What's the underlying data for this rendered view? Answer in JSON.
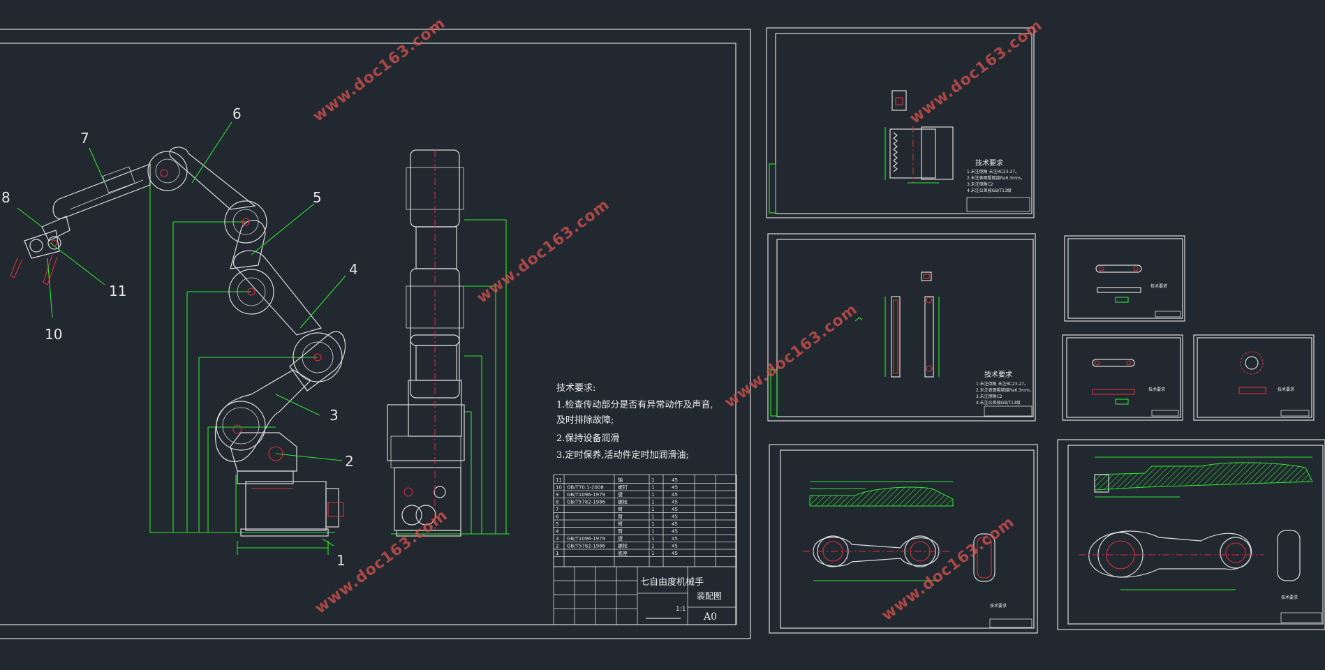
{
  "main_sheet": {
    "part_numbers": [
      "1",
      "2",
      "3",
      "4",
      "5",
      "6",
      "7",
      "8",
      "10",
      "11"
    ],
    "tech_req_title": "技术要求:",
    "tech_req_lines": [
      "1.检查传动部分是否有异常动作及声音,",
      "及时排除故障;",
      "2.保持设备润滑",
      "3.定时保养,活动件定时加润滑油;"
    ],
    "title_block": {
      "drawing_name": "七自由度机械手",
      "sheet_type": "装配图",
      "sheet_size": "A0",
      "scale": "1:1"
    },
    "bom_rows": [
      {
        "no": "11",
        "code": "",
        "name": "轴",
        "qty": "1",
        "mat": "45"
      },
      {
        "no": "10",
        "code": "GB/T70.1-2008",
        "name": "螺钉",
        "qty": "1",
        "mat": "45"
      },
      {
        "no": "9",
        "code": "GB/T1096-1979",
        "name": "键",
        "qty": "1",
        "mat": "45"
      },
      {
        "no": "8",
        "code": "GB/T5782-1986",
        "name": "螺栓",
        "qty": "1",
        "mat": "45"
      },
      {
        "no": "7",
        "code": "",
        "name": "臂",
        "qty": "1",
        "mat": "45"
      },
      {
        "no": "6",
        "code": "",
        "name": "臂",
        "qty": "1",
        "mat": "45"
      },
      {
        "no": "5",
        "code": "",
        "name": "臂",
        "qty": "1",
        "mat": "45"
      },
      {
        "no": "4",
        "code": "",
        "name": "臂",
        "qty": "1",
        "mat": "45"
      },
      {
        "no": "3",
        "code": "GB/T1096-1979",
        "name": "键",
        "qty": "1",
        "mat": "45"
      },
      {
        "no": "2",
        "code": "GB/T5782-1986",
        "name": "螺栓",
        "qty": "1",
        "mat": "45"
      },
      {
        "no": "1",
        "code": "",
        "name": "底座",
        "qty": "1",
        "mat": "45"
      }
    ]
  },
  "detail_sheets": {
    "tech_req_title": "技术要求",
    "tech_req_lines": [
      "1.未注倒角 未注RC23-27。",
      "2.未注表面粗糙度Ra6.3mm。",
      "3.未注倒角C2",
      "4.未注公差按GB/T13级"
    ]
  },
  "watermark": "www.doc163.com",
  "colors": {
    "background": "#212830",
    "outline": "#dcdcdc",
    "dimension": "#2ee62e",
    "centerline": "#e0303a"
  }
}
